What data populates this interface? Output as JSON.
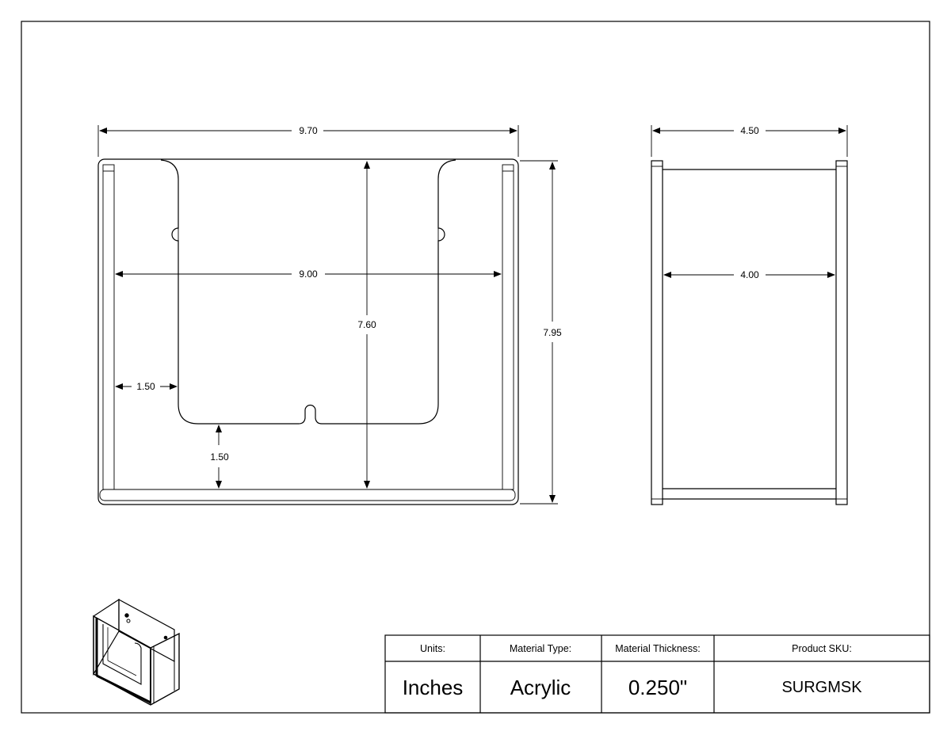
{
  "dimensions": {
    "front_width": "9.70",
    "front_inner_width": "9.00",
    "front_height": "7.95",
    "pocket_height": "7.60",
    "side_margin": "1.50",
    "bottom_margin": "1.50",
    "side_width": "4.50",
    "side_inner_width": "4.00"
  },
  "title_block": {
    "units_label": "Units:",
    "units_value": "Inches",
    "material_label": "Material Type:",
    "material_value": "Acrylic",
    "thickness_label": "Material Thickness:",
    "thickness_value": "0.250\"",
    "sku_label": "Product SKU:",
    "sku_value": "SURGMSK"
  }
}
